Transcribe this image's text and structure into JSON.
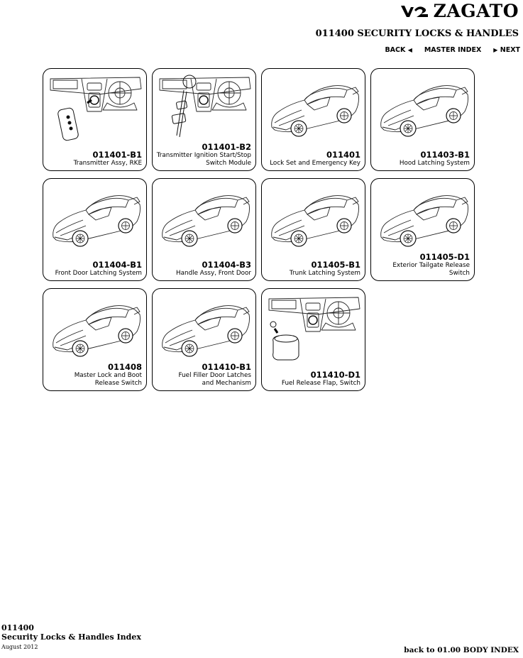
{
  "brand": {
    "logo_text": "ZAGATO",
    "logo_mark_icon": "v12-zagato-logo-icon"
  },
  "section_title": "011400 SECURITY LOCKS & HANDLES",
  "nav": {
    "back_label": "BACK",
    "back_icon": "triangle-left-icon",
    "master_index_label": "MASTER INDEX",
    "next_icon": "triangle-right-icon",
    "next_label": "NEXT"
  },
  "cards": [
    {
      "code": "011401-B1",
      "caption": [
        "Transmitter Assy, RKE"
      ],
      "illustration": "dashboard-key-fob-illustration"
    },
    {
      "code": "011401-B2",
      "caption": [
        "Transmitter Ignition Start/Stop",
        "Switch Module"
      ],
      "illustration": "dashboard-ignition-module-illustration"
    },
    {
      "code": "011401",
      "caption": [
        "Lock Set and Emergency Key"
      ],
      "illustration": "car-illustration"
    },
    {
      "code": "011403-B1",
      "caption": [
        "Hood Latching System"
      ],
      "illustration": "car-illustration"
    },
    {
      "code": "011404-B1",
      "caption": [
        "Front Door Latching System"
      ],
      "illustration": "car-illustration"
    },
    {
      "code": "011404-B3",
      "caption": [
        "Handle Assy, Front Door"
      ],
      "illustration": "car-illustration"
    },
    {
      "code": "011405-B1",
      "caption": [
        "Trunk Latching System"
      ],
      "illustration": "car-illustration"
    },
    {
      "code": "011405-D1",
      "caption": [
        "Exterior Tailgate Release Switch"
      ],
      "illustration": "car-illustration"
    },
    {
      "code": "011408",
      "caption": [
        "Master Lock and Boot",
        "Release Switch"
      ],
      "illustration": "car-illustration"
    },
    {
      "code": "011410-B1",
      "caption": [
        "Fuel Filler Door Latches",
        "and Mechanism"
      ],
      "illustration": "car-illustration"
    },
    {
      "code": "011410-D1",
      "caption": [
        "Fuel Release Flap, Switch"
      ],
      "illustration": "dashboard-switch-illustration"
    }
  ],
  "footer": {
    "code": "011400",
    "title": "Security Locks & Handles Index",
    "date": "August 2012",
    "back_link": "back to 01.00 BODY INDEX"
  }
}
